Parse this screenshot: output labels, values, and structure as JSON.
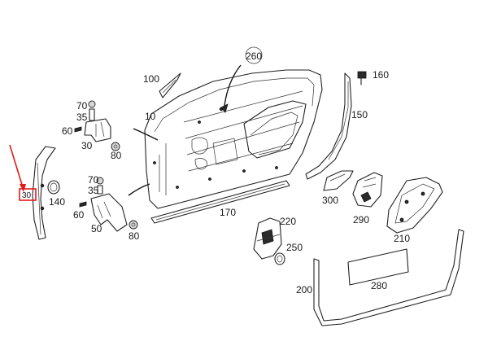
{
  "callouts": [
    {
      "id": "260",
      "label": "260"
    },
    {
      "id": "160",
      "label": "160"
    },
    {
      "id": "100",
      "label": "100"
    },
    {
      "id": "10",
      "label": "10"
    },
    {
      "id": "150",
      "label": "150"
    },
    {
      "id": "70a",
      "label": "70"
    },
    {
      "id": "35a",
      "label": "35"
    },
    {
      "id": "60a",
      "label": "60"
    },
    {
      "id": "30",
      "label": "30"
    },
    {
      "id": "80a",
      "label": "80"
    },
    {
      "id": "30box",
      "label": "30"
    },
    {
      "id": "140",
      "label": "140"
    },
    {
      "id": "70b",
      "label": "70"
    },
    {
      "id": "35b",
      "label": "35"
    },
    {
      "id": "60b",
      "label": "60"
    },
    {
      "id": "50",
      "label": "50"
    },
    {
      "id": "80b",
      "label": "80"
    },
    {
      "id": "170",
      "label": "170"
    },
    {
      "id": "300",
      "label": "300"
    },
    {
      "id": "290",
      "label": "290"
    },
    {
      "id": "210",
      "label": "210"
    },
    {
      "id": "220",
      "label": "220"
    },
    {
      "id": "250",
      "label": "250"
    },
    {
      "id": "200",
      "label": "200"
    },
    {
      "id": "280",
      "label": "280"
    }
  ],
  "highlight": {
    "color": "#e31b1b"
  }
}
